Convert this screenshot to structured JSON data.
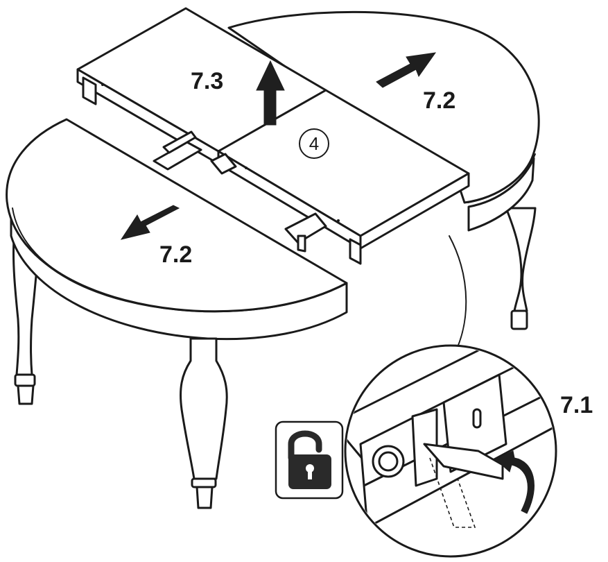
{
  "figure": {
    "part_number": "4",
    "steps": {
      "lift_leaf": "7.3",
      "pull_left": "7.2",
      "pull_right": "7.2",
      "release_latch": "7.1"
    },
    "icons": {
      "unlock": "open-padlock-icon",
      "arrow": "direction-arrow-icon"
    },
    "colors": {
      "line": "#1a1a1a",
      "fill": "#ffffff",
      "icon_fill": "#2a2a2a"
    }
  }
}
